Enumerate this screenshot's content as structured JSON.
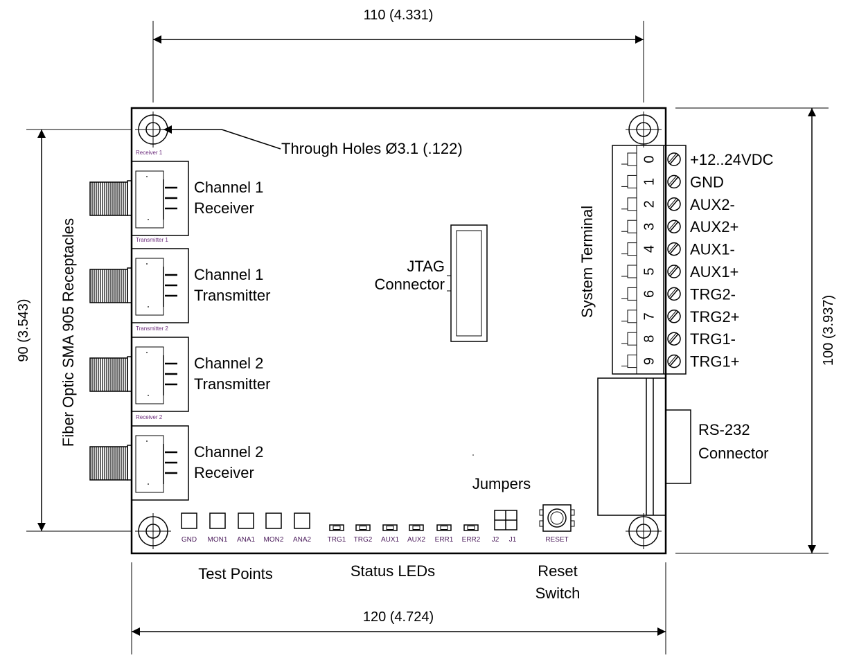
{
  "dimensions": {
    "top_width": "110 (4.331)",
    "bottom_width": "120 (4.724)",
    "left_height": "90 (3.543)",
    "right_height": "100 (3.937)"
  },
  "labels": {
    "through_holes": "Through Holes Ø3.1 (.122)",
    "fiber_optic": "Fiber Optic SMA 905 Receptacles",
    "jtag_line1": "JTAG",
    "jtag_line2": "Connector",
    "system_terminal": "System Terminal",
    "rs232_line1": "RS-232",
    "rs232_line2": "Connector",
    "jumpers": "Jumpers",
    "test_points": "Test Points",
    "status_leds": "Status LEDs",
    "reset_line1": "Reset",
    "reset_line2": "Switch"
  },
  "channels": [
    {
      "silk": "Receiver 1",
      "line1": "Channel 1",
      "line2": "Receiver"
    },
    {
      "silk": "Transmitter 1",
      "line1": "Channel 1",
      "line2": "Transmitter"
    },
    {
      "silk": "Transmitter 2",
      "line1": "Channel 2",
      "line2": "Transmitter"
    },
    {
      "silk": "Receiver 2",
      "line1": "Channel 2",
      "line2": "Receiver"
    }
  ],
  "terminal_numbers": [
    "0",
    "1",
    "2",
    "3",
    "4",
    "5",
    "6",
    "7",
    "8",
    "9"
  ],
  "terminal_signals": [
    "+12..24VDC",
    "GND",
    "AUX2-",
    "AUX2+",
    "AUX1-",
    "AUX1+",
    "TRG2-",
    "TRG2+",
    "TRG1-",
    "TRG1+"
  ],
  "test_points": [
    "GND",
    "MON1",
    "ANA1",
    "MON2",
    "ANA2"
  ],
  "leds": [
    "TRG1",
    "TRG2",
    "AUX1",
    "AUX2",
    "ERR1",
    "ERR2"
  ],
  "jumper_labels": [
    "J2",
    "J1"
  ],
  "reset_silk": "RESET"
}
